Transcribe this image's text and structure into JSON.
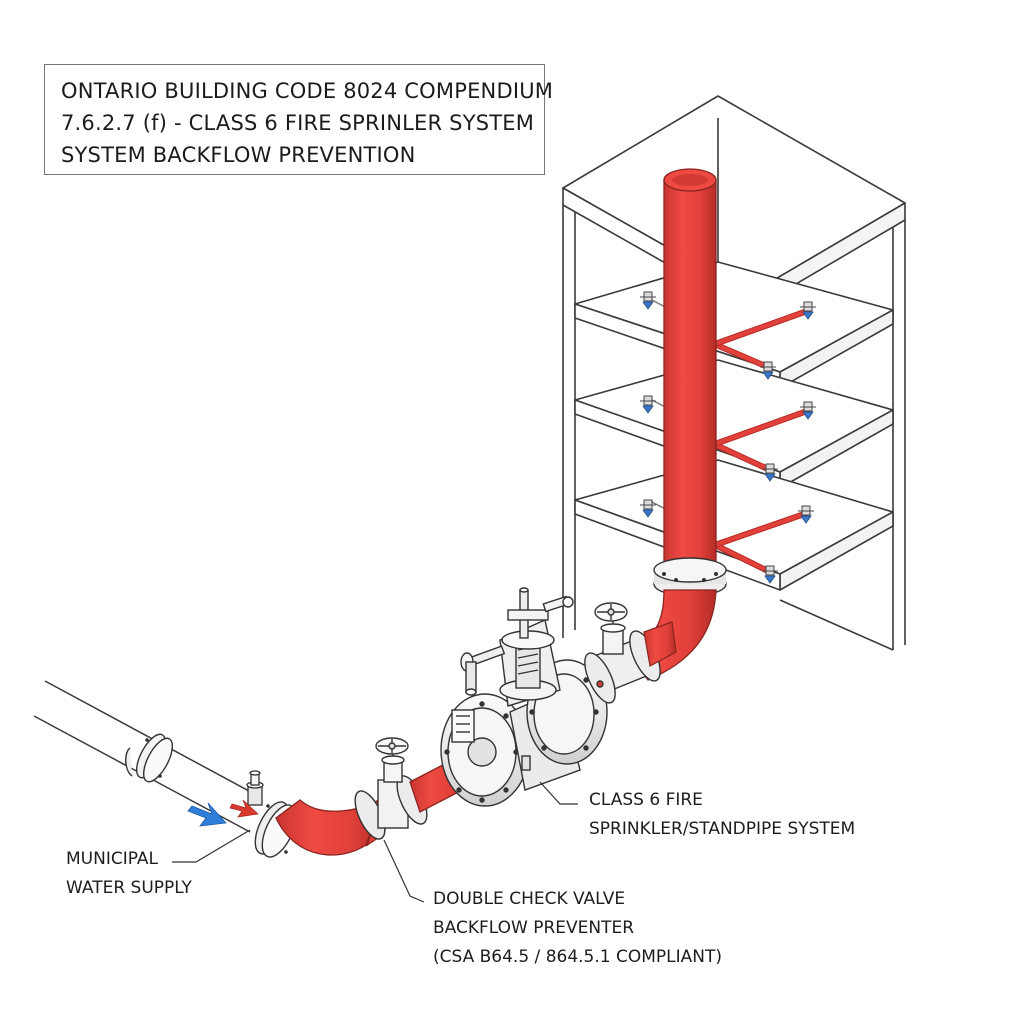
{
  "title": {
    "line1": "ONTARIO BUILDING CODE 8024 COMPENDIUM",
    "line2": "7.6.2.7 (f) - CLASS 6 FIRE SPRINLER SYSTEM",
    "line3": "SYSTEM BACKFLOW PREVENTION"
  },
  "labels": {
    "municipal": {
      "line1": "MUNICIPAL",
      "line2": "WATER SUPPLY"
    },
    "sprinkler": {
      "line1": "CLASS 6 FIRE",
      "line2": "SPRINKLER/STANDPIPE SYSTEM"
    },
    "backflow": {
      "line1": "DOUBLE CHECK VALVE",
      "line2": "BACKFLOW PREVENTER",
      "line3": "(CSA B64.5 / 864.5.1 COMPLIANT)"
    }
  },
  "colors": {
    "pipe_red": "#e2403a",
    "pipe_red_dark": "#b92d28",
    "inflow_arrow": "#2f7ed8",
    "small_arrow": "#d83a2e",
    "sprinkler_head": "#3a78c8",
    "outline": "#3a3a3a"
  }
}
